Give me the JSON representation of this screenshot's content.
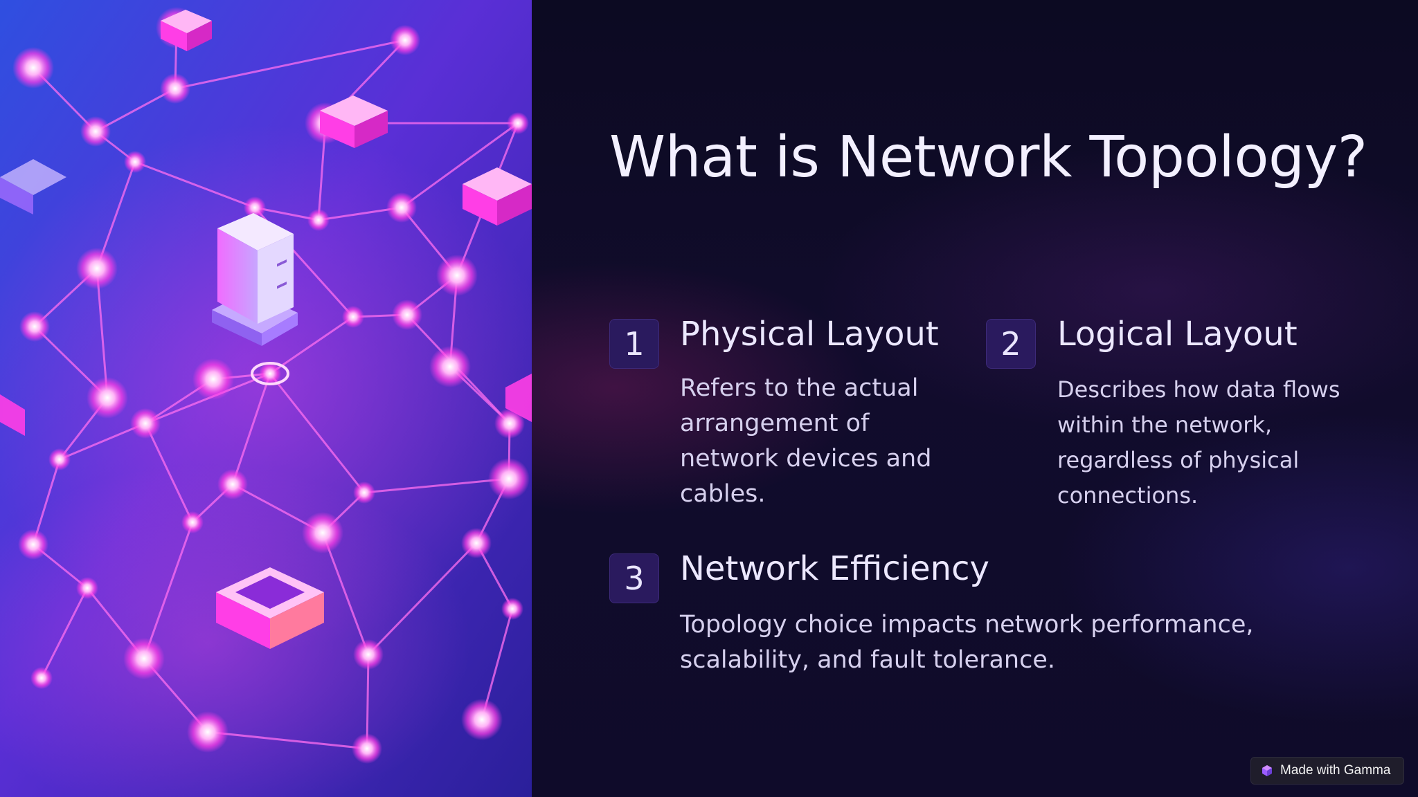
{
  "slide": {
    "title": "What is Network Topology?",
    "image": {
      "description_icon": "network-graph-illustration",
      "accent": "#ff3ee6"
    },
    "items": [
      {
        "number": "1",
        "heading": "Physical Layout",
        "lines": [
          "Refers to the actual",
          "arrangement of",
          "network devices and",
          "cables."
        ]
      },
      {
        "number": "2",
        "heading": "Logical Layout",
        "lines": [
          "Describes how data flows",
          "within the network,",
          "regardless of physical",
          "connections."
        ]
      },
      {
        "number": "3",
        "heading": "Network Efficiency",
        "lines": [
          "Topology choice impacts network performance,",
          "scalability, and fault tolerance."
        ]
      }
    ]
  },
  "badge": {
    "label": "Made with Gamma",
    "icon": "gamma-logo-icon"
  },
  "colors": {
    "background": "#0e0b26",
    "badge_fill": "#2a1a5e",
    "title_text": "#f3f0ff",
    "body_text": "#d6d0ee",
    "node_glow": "#ff4fe8"
  }
}
